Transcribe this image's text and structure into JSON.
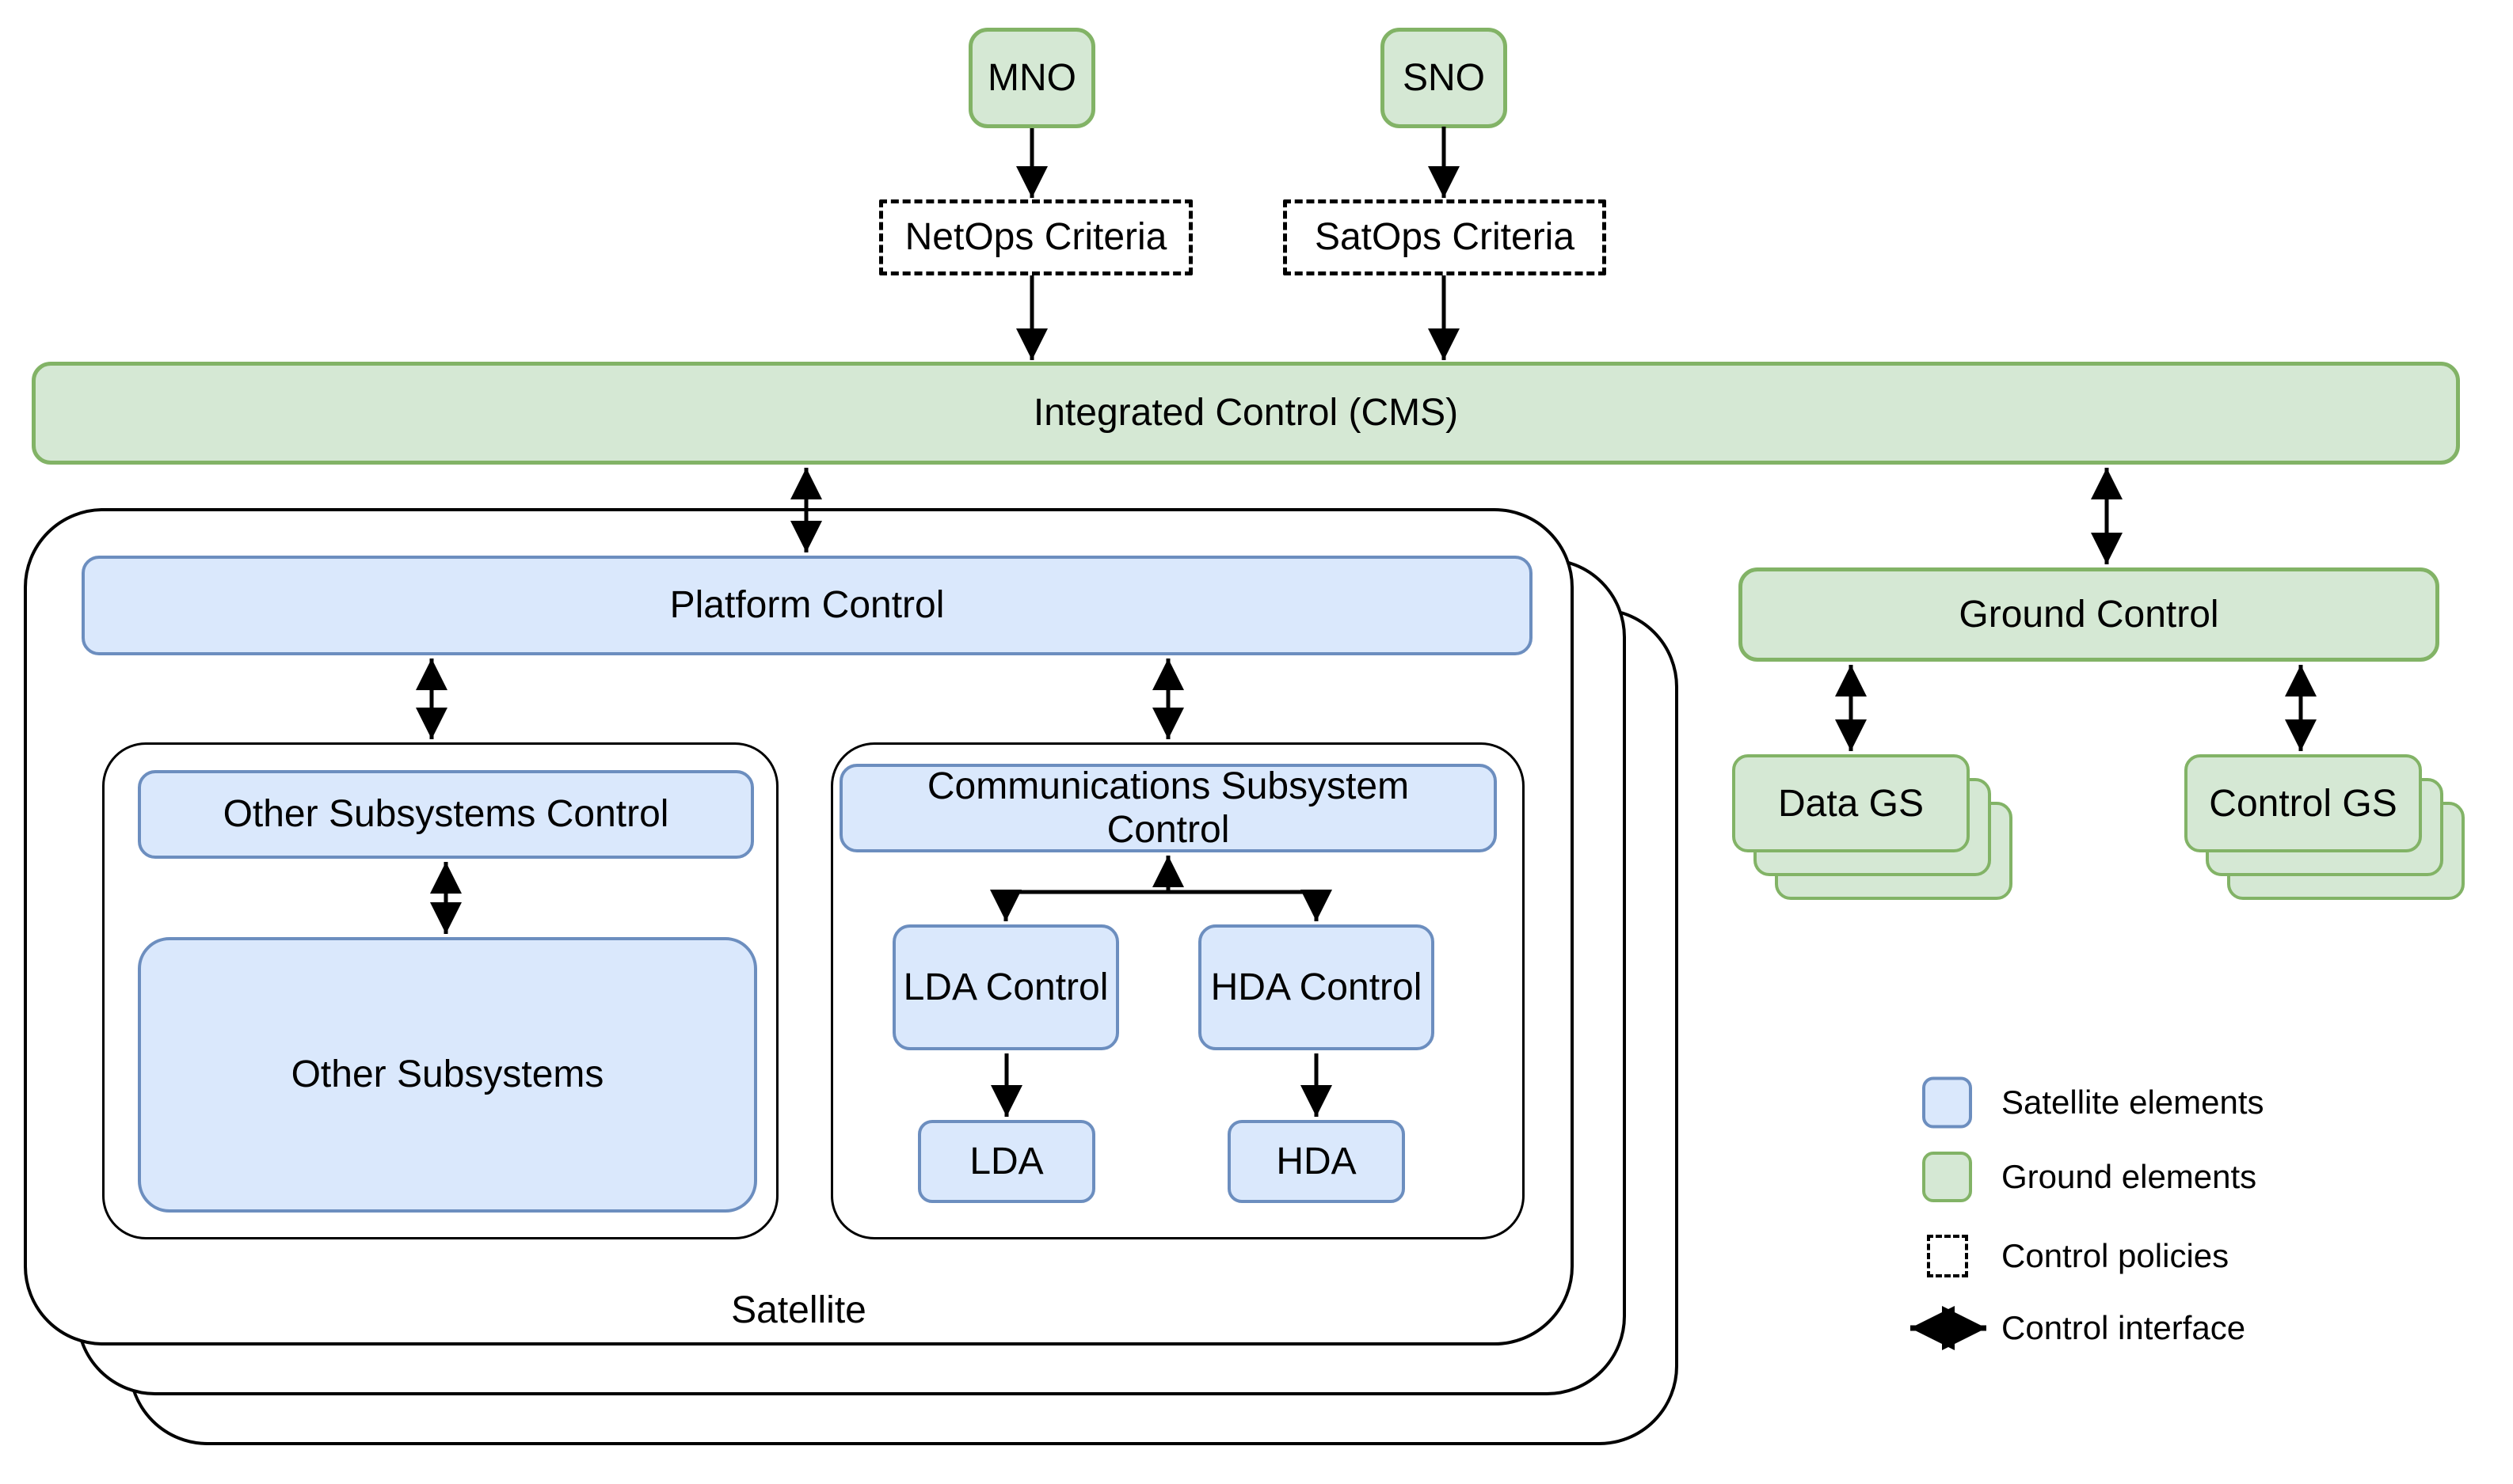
{
  "nodes": {
    "mno": "MNO",
    "sno": "SNO",
    "netops_criteria": "NetOps Criteria",
    "satops_criteria": "SatOps Criteria",
    "integrated_control": "Integrated Control (CMS)",
    "platform_control": "Platform Control",
    "other_subsystems_control": "Other Subsystems Control",
    "other_subsystems": "Other Subsystems",
    "comms_subsystem_control": "Communications Subsystem Control",
    "lda_control": "LDA Control",
    "hda_control": "HDA Control",
    "lda": "LDA",
    "hda": "HDA",
    "satellite": "Satellite",
    "ground_control": "Ground Control",
    "data_gs": "Data GS",
    "control_gs": "Control GS"
  },
  "legend": {
    "items": [
      {
        "icon": "satellite-element-swatch",
        "label": "Satellite elements"
      },
      {
        "icon": "ground-element-swatch",
        "label": "Ground elements"
      },
      {
        "icon": "control-policies-swatch",
        "label": "Control policies"
      },
      {
        "icon": "control-interface-arrow",
        "label": "Control interface"
      }
    ]
  },
  "colors": {
    "satellite_fill": "#dae8fc",
    "satellite_border": "#6c8ebf",
    "ground_fill": "#d5e8d4",
    "ground_border": "#82b366",
    "line": "#000000",
    "background": "#ffffff"
  }
}
